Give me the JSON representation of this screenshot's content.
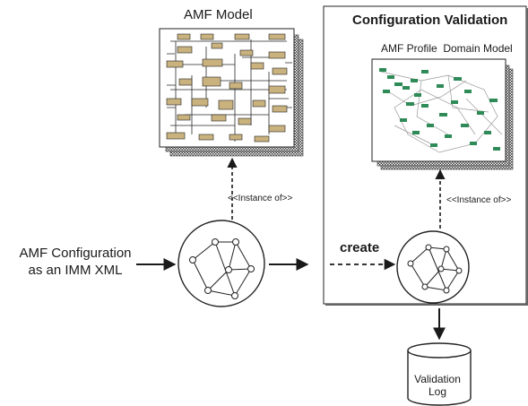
{
  "model_box": {
    "title": "AMF Model"
  },
  "validation_box": {
    "title": "Configuration Validation",
    "profile_title": "AMF Profile  Domain Model"
  },
  "arrows": {
    "instance_of_left": "<<Instance of>>",
    "instance_of_right": "<<Instance of>>",
    "create": "create"
  },
  "input": {
    "label_line1": "AMF Configuration",
    "label_line2": "as an IMM XML"
  },
  "log": {
    "label_line1": "Validation",
    "label_line2": "Log"
  },
  "colors": {
    "ink": "#1a1a1a",
    "uml_box": "#c9b27e",
    "profile_node": "#2e8b57",
    "shadow": "#555555"
  }
}
